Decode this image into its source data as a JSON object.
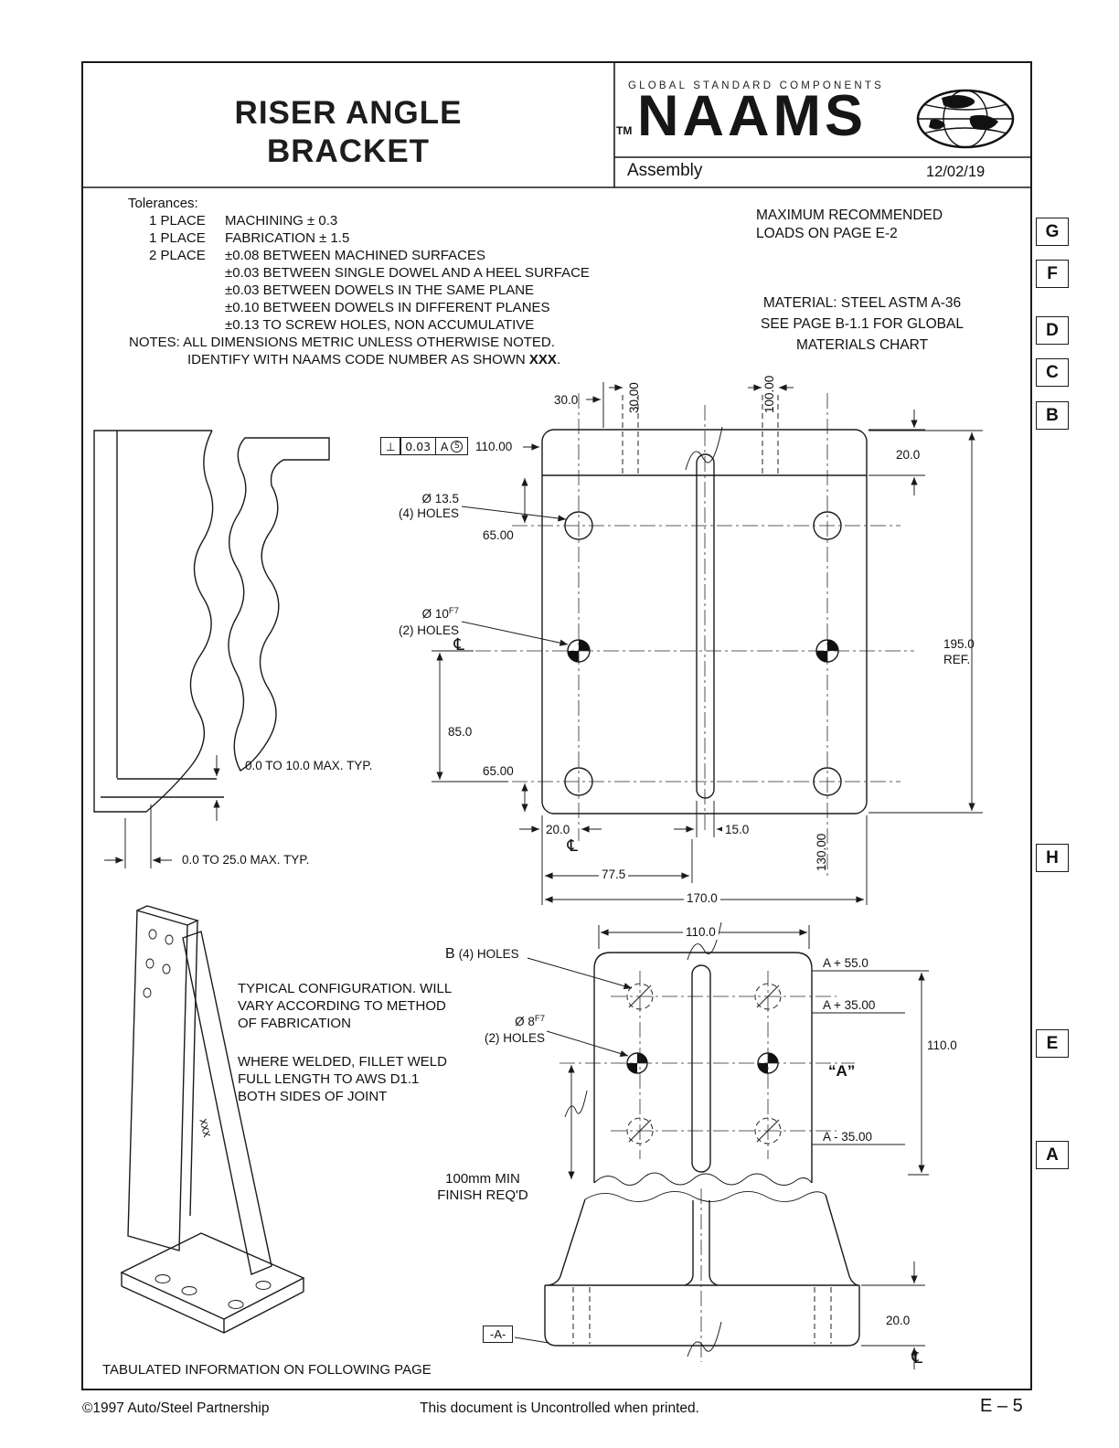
{
  "header": {
    "title_line1": "RISER ANGLE",
    "title_line2": "BRACKET",
    "brand_tagline": "GLOBAL STANDARD COMPONENTS",
    "brand_tm": "TM",
    "brand_name": "NAAMS",
    "subtitle": "Assembly",
    "date": "12/02/19"
  },
  "tolerances": {
    "heading": "Tolerances:",
    "rows": [
      {
        "place": "1 PLACE",
        "text": "MACHINING ± 0.3"
      },
      {
        "place": "1 PLACE",
        "text": "FABRICATION ± 1.5"
      },
      {
        "place": "2 PLACE",
        "text": "±0.08 BETWEEN MACHINED SURFACES"
      },
      {
        "place": "",
        "text": "±0.03 BETWEEN SINGLE DOWEL AND A HEEL SURFACE"
      },
      {
        "place": "",
        "text": "±0.03 BETWEEN DOWELS IN THE SAME PLANE"
      },
      {
        "place": "",
        "text": "±0.10 BETWEEN DOWELS IN DIFFERENT PLANES"
      },
      {
        "place": "",
        "text": "±0.13 TO SCREW HOLES, NON ACCUMULATIVE"
      }
    ],
    "notes_line": "NOTES: ALL DIMENSIONS METRIC UNLESS OTHERWISE NOTED.",
    "identify_prefix": "IDENTIFY WITH NAAMS CODE NUMBER AS SHOWN ",
    "identify_code": "XXX",
    "identify_suffix": "."
  },
  "side_notes": {
    "loads_line1": "MAXIMUM RECOMMENDED",
    "loads_line2": "LOADS ON PAGE E-2",
    "material_line1": "MATERIAL: STEEL ASTM A-36",
    "material_line2": "SEE PAGE B-1.1 FOR GLOBAL",
    "material_line3": "MATERIALS CHART"
  },
  "zones": [
    "G",
    "F",
    "D",
    "C",
    "B",
    "H",
    "E",
    "A"
  ],
  "main_view": {
    "gdt_perp": "⊥",
    "gdt_tol": "0.03",
    "gdt_datum": "A",
    "gdt_mod": "S",
    "dim_110_00": "110.00",
    "dim_30_0": "30.0",
    "dim_30_00": "30.00",
    "dim_100_00": "100.00",
    "dim_20_0_top": "20.0",
    "callout_13_5_dia": "Ø 13.5",
    "callout_13_5_qty": "(4) HOLES",
    "dim_65_00_upper": "65.00",
    "callout_10_dia": "Ø 10",
    "callout_10_fit": "F7",
    "callout_10_qty": "(2) HOLES",
    "centerline_symbol": "℄",
    "dim_85_0": "85.0",
    "dim_65_00_lower": "65.00",
    "dim_195_0": "195.0",
    "dim_195_ref": "REF.",
    "dim_20_0_bottom": "20.0",
    "dim_15_0": "15.0",
    "dim_130_00": "130.00",
    "dim_77_5": "77.5",
    "dim_170_0": "170.0"
  },
  "profile_view": {
    "note_gap_10": "0.0 TO 10.0 MAX. TYP.",
    "note_gap_25": "0.0 TO 25.0 MAX. TYP."
  },
  "iso_view": {
    "code_marking": "xxx"
  },
  "config_notes": {
    "typical_line1": "TYPICAL CONFIGURATION. WILL",
    "typical_line2": "VARY ACCORDING TO METHOD",
    "typical_line3": "OF FABRICATION",
    "weld_line1": "WHERE WELDED, FILLET WELD",
    "weld_line2": "FULL LENGTH TO AWS D1.1",
    "weld_line3": "BOTH SIDES OF JOINT",
    "tabulated": "TABULATED INFORMATION ON FOLLOWING PAGE"
  },
  "bottom_view": {
    "dim_110_0_top": "110.0",
    "callout_b": "B",
    "callout_b_qty": "(4) HOLES",
    "dim_a_plus_55": "A + 55.0",
    "dim_a_plus_35": "A + 35.00",
    "callout_8_dia": "Ø 8",
    "callout_8_fit": "F7",
    "callout_8_qty": "(2) HOLES",
    "dim_110_0_right": "110.0",
    "datum_a_callout": "“A”",
    "dim_a_minus_35": "A - 35.00",
    "finish_line1": "100mm MIN",
    "finish_line2": "FINISH REQ'D",
    "datum_flag": "-A-",
    "dim_20_0": "20.0",
    "centerline_symbol": "℄"
  },
  "footer": {
    "copyright": "©1997 Auto/Steel Partnership",
    "uncontrolled": "This document is Uncontrolled when printed.",
    "page_number": "E – 5"
  }
}
